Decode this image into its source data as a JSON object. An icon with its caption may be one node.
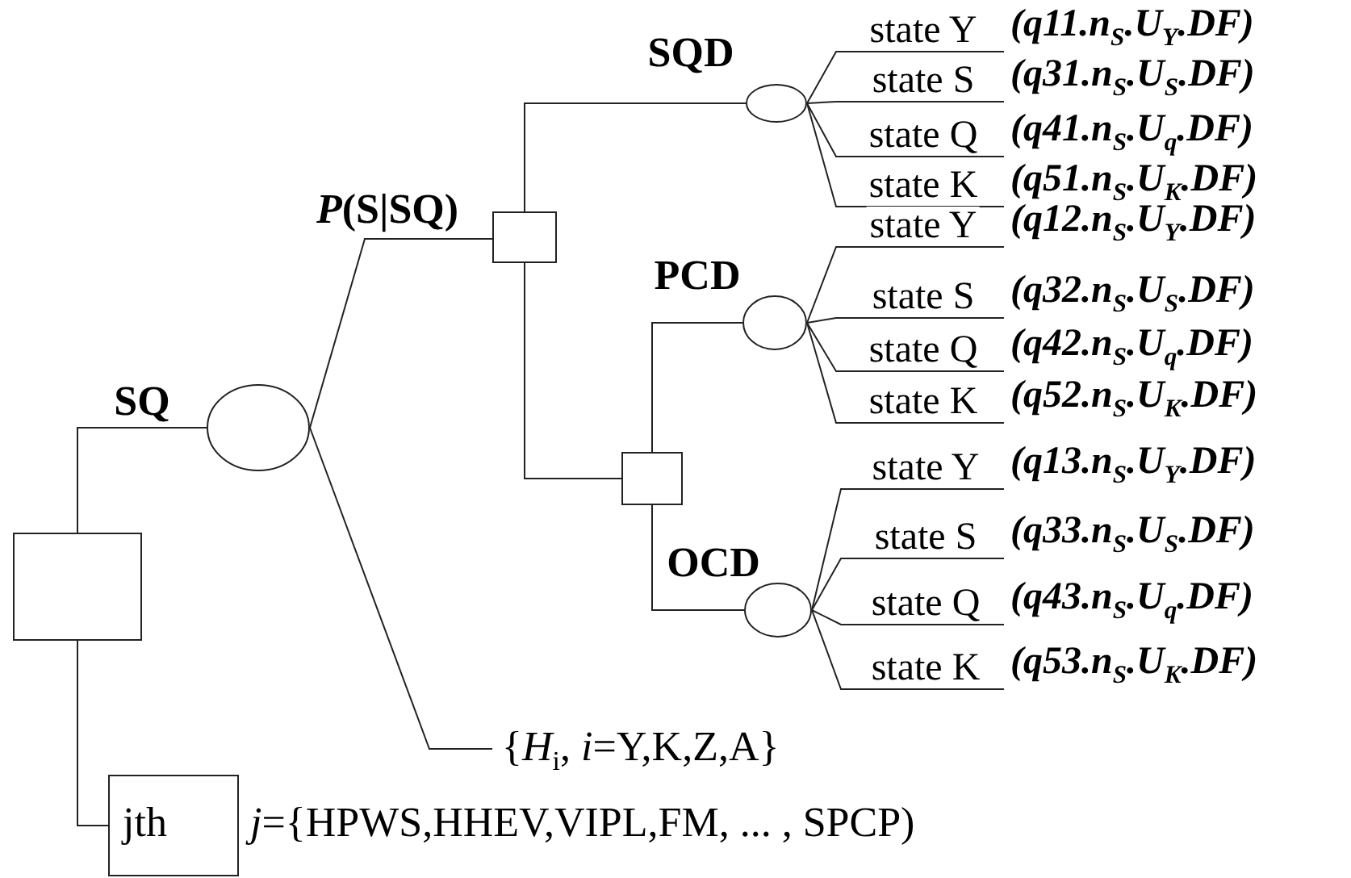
{
  "diagram": {
    "nodes": [
      {
        "text": [],
        "shape": "box"
      },
      {
        "text": [],
        "shape": "circle"
      },
      {
        "text": [],
        "shape": "box"
      },
      {
        "text": [],
        "shape": "circle"
      },
      {
        "text": [
          "(q11.n$_{S}$.U$_{Y}$.DF)"
        ]
      },
      {
        "text": [
          "(q31.n$_{S}$.U$_{S}$.DF)"
        ]
      },
      {
        "text": [
          "(q41.n$_{S}$.U$_{q}$.DF)"
        ]
      },
      {
        "text": [
          "(q51.n$_{S}$.U$_{K}$.DF)"
        ]
      },
      {
        "text": [],
        "shape": "box"
      },
      {
        "text": [],
        "shape": "circle"
      },
      {
        "text": [
          "(q12.n$_{S}$.U$_{Y}$.DF)"
        ]
      },
      {
        "text": [
          "(q32.n$_{S}$.U$_{S}$.DF)"
        ]
      },
      {
        "text": [
          "(q42.n$_{S}$.U$_{q}$.DF)"
        ]
      },
      {
        "text": [
          "(q52.n$_{S}$.U$_{K}$.DF)"
        ]
      },
      {
        "text": [],
        "shape": "circle"
      },
      {
        "text": [
          "(q13.n$_{S}$.U$_{Y}$.DF)"
        ]
      },
      {
        "text": [
          "(q33.n$_{S}$.U$_{S}$.DF)"
        ]
      },
      {
        "text": [
          "(q43.n$_{S}$.U$_{q}$.DF)"
        ]
      },
      {
        "text": [
          "(q53.n$_{S}$.U$_{K}$.DF)"
        ]
      },
      {
        "text": [
          "{*H*$_{i}$, *i*=Y,K,Z,A}"
        ]
      },
      {
        "text": [
          "jth"
        ],
        "beside": [
          "*j*={HPWS,HHEV,VIPL,FM, ... , SPCP)"
        ]
      }
    ],
    "edges": [
      {
        "from": 0,
        "to": 1,
        "arrow": "none",
        "label": "SQ"
      },
      {
        "from": 1,
        "to": 2,
        "arrow": "none",
        "label": "*P*(S|SQ)"
      },
      {
        "from": 2,
        "to": 3,
        "arrow": "none",
        "label": "SQD"
      },
      {
        "from": 3,
        "to": 4,
        "arrow": "none",
        "label": "state Y"
      },
      {
        "from": 3,
        "to": 5,
        "arrow": "none",
        "label": "state S"
      },
      {
        "from": 3,
        "to": 6,
        "arrow": "none",
        "label": "state Q"
      },
      {
        "from": 3,
        "to": 7,
        "arrow": "none",
        "label": "state K"
      },
      {
        "from": 2,
        "to": 8,
        "arrow": "none"
      },
      {
        "from": 8,
        "to": 9,
        "arrow": "none",
        "label": "PCD"
      },
      {
        "from": 9,
        "to": 10,
        "arrow": "none",
        "label": "state Y"
      },
      {
        "from": 9,
        "to": 11,
        "arrow": "none",
        "label": "state S"
      },
      {
        "from": 9,
        "to": 12,
        "arrow": "none",
        "label": "state Q"
      },
      {
        "from": 9,
        "to": 13,
        "arrow": "none",
        "label": "state K"
      },
      {
        "from": 8,
        "to": 14,
        "arrow": "none",
        "label": "OCD"
      },
      {
        "from": 14,
        "to": 15,
        "arrow": "none",
        "label": "state Y"
      },
      {
        "from": 14,
        "to": 16,
        "arrow": "none",
        "label": "state S"
      },
      {
        "from": 14,
        "to": 17,
        "arrow": "none",
        "label": "state Q"
      },
      {
        "from": 14,
        "to": 18,
        "arrow": "none",
        "label": "state K"
      },
      {
        "from": 1,
        "to": 19,
        "arrow": "none"
      },
      {
        "from": 0,
        "to": 20,
        "arrow": "none"
      }
    ]
  }
}
